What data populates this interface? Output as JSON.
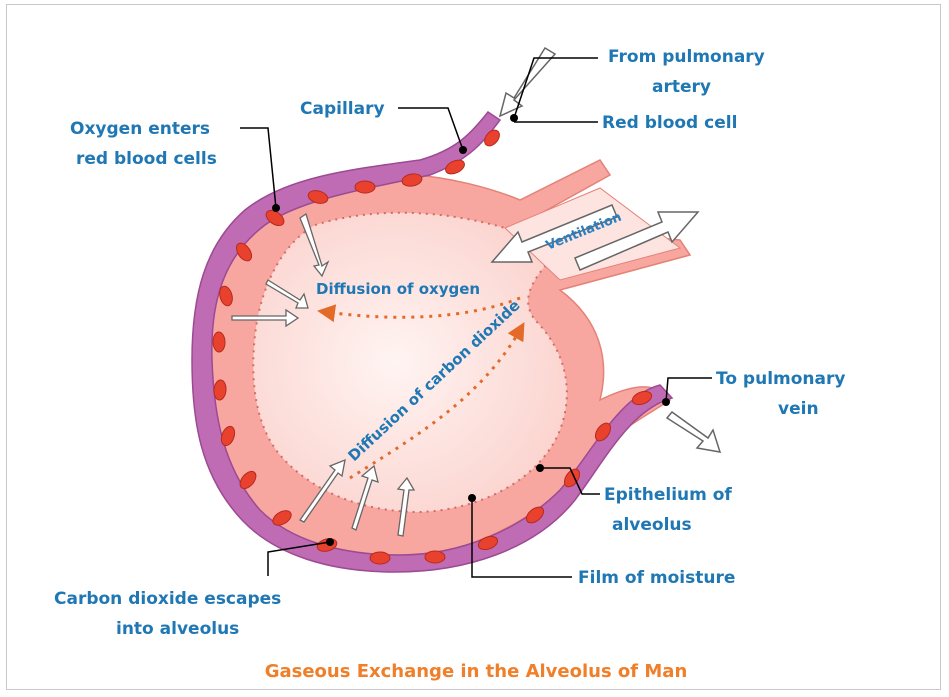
{
  "title": "Gaseous Exchange in the Alveolus of Man",
  "labels": {
    "from_artery_1": "From pulmonary",
    "from_artery_2": "artery",
    "red_blood_cell": "Red blood cell",
    "capillary": "Capillary",
    "oxygen_enters_1": "Oxygen enters",
    "oxygen_enters_2": "red blood cells",
    "ventilation": "Ventilation",
    "diffusion_oxygen": "Diffusion of oxygen",
    "diffusion_co2": "Diffusion of carbon dioxide",
    "to_vein_1": "To pulmonary",
    "to_vein_2": "vein",
    "epithelium_1": "Epithelium of",
    "epithelium_2": "alveolus",
    "film_moisture": "Film of moisture",
    "co2_escapes_1": "Carbon dioxide escapes",
    "co2_escapes_2": "into alveolus"
  },
  "colors": {
    "capillary": "#c06cb5",
    "red_cell": "#e8422e",
    "tissue": "#f59a91",
    "alveolus_fill": "#fde4e1",
    "label_text": "#1f77b4",
    "title_text": "#f07f2a",
    "diffusion_arrow": "#e46a28"
  }
}
